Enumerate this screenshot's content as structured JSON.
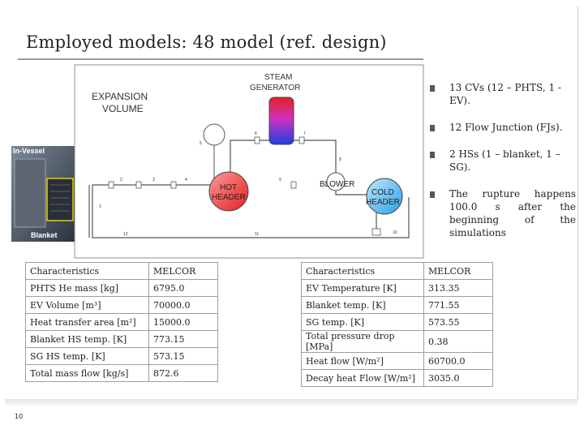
{
  "slide": {
    "title": "Employed models: 48 model (ref. design)",
    "page_number": "10"
  },
  "diagram": {
    "expansion_volume": "EXPANSION\nVOLUME",
    "steam_generator": "STEAM\nGENERATOR",
    "in_vessel": "In-Vessel",
    "blanket": "Blanket",
    "blower": "BLOWER",
    "hot_header": "HOT\nHEADER",
    "cold_header": "COLD\nHEADER"
  },
  "bullets": [
    "13 CVs (12 – PHTS, 1 - EV).",
    "12 Flow Junction (FJs).",
    "2 HSs (1 – blanket, 1 – SG).",
    "The rupture happens 100.0 s after the beginning of the simulations"
  ],
  "table_left": {
    "header": [
      "Characteristics",
      "MELCOR"
    ],
    "rows": [
      [
        "PHTS He mass [kg]",
        "6795.0"
      ],
      [
        "EV Volume [m³]",
        "70000.0"
      ],
      [
        "Heat transfer area [m²]",
        "15000.0"
      ],
      [
        "Blanket HS temp. [K]",
        "773.15"
      ],
      [
        "SG HS temp. [K]",
        "573.15"
      ],
      [
        "Total mass flow [kg/s]",
        "872.6"
      ]
    ]
  },
  "table_right": {
    "header": [
      "Characteristics",
      "MELCOR"
    ],
    "rows": [
      [
        "EV Temperature [K]",
        "313.35"
      ],
      [
        "Blanket temp. [K]",
        "771.55"
      ],
      [
        "SG temp. [K]",
        "573.55"
      ],
      [
        "Total pressure drop [MPa]",
        "0.38"
      ],
      [
        "Heat flow [W/m²]",
        "60700.0"
      ],
      [
        "Decay heat Flow [W/m²]",
        "3035.0"
      ]
    ]
  }
}
